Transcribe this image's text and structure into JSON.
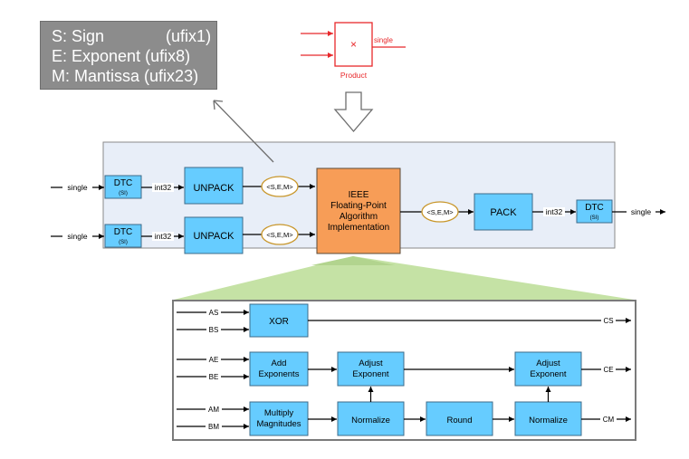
{
  "legend": {
    "rows": [
      {
        "key": "S: Sign",
        "type": "(ufix1)"
      },
      {
        "key": "E: Exponent",
        "type": "(ufix8)"
      },
      {
        "key": "M: Mantissa",
        "type": "(ufix23)"
      }
    ]
  },
  "product_block": {
    "symbol": "×",
    "name": "Product",
    "output_type": "single",
    "color": "#e8282b"
  },
  "top_level": {
    "input_type": "single",
    "dtc_label": "DTC",
    "dtc_sub": "(SI)",
    "int_type": "int32",
    "unpack_label": "UNPACK",
    "bus_label": "<S,E,M>",
    "algo_lines": [
      "IEEE",
      "Floating-Point",
      "Algorithm",
      "Implementation"
    ],
    "pack_label": "PACK",
    "output_type": "single"
  },
  "detail": {
    "inputs": [
      "AS",
      "BS",
      "AE",
      "BE",
      "AM",
      "BM"
    ],
    "xor_label": "XOR",
    "add_exp_lines": [
      "Add",
      "Exponents"
    ],
    "adjust_exp_lines": [
      "Adjust",
      "Exponent"
    ],
    "mult_lines": [
      "Multiply",
      "Magnitudes"
    ],
    "normalize_label": "Normalize",
    "round_label": "Round",
    "outputs": [
      "CS",
      "CE",
      "CM"
    ]
  },
  "colors": {
    "block_fill": "#66ccff",
    "algo_fill": "#f79d57",
    "panel_fill": "#e8eef8",
    "zoom_fill": "#b9dc98",
    "bus_ellipse": "#c8962a",
    "legend_fill": "#8c8c8c"
  }
}
